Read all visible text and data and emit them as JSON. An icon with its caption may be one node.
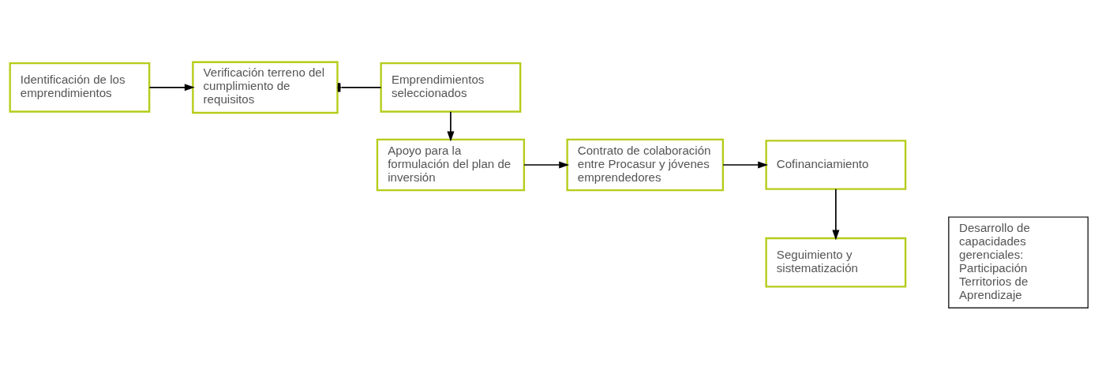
{
  "diagram": {
    "nodes": [
      {
        "text": [
          "Identificación de los emprendimientos"
        ]
      },
      {
        "text": [
          "Verificación terreno del cumplimiento de requisitos"
        ]
      },
      {
        "text": [
          "Emprendimientos seleccionados"
        ]
      },
      {
        "text": [
          "Apoyo para la formulación del plan de inversión"
        ]
      },
      {
        "text": [
          "Contrato de colaboración entre Procasur y jóvenes emprendedores"
        ]
      },
      {
        "text": [
          "Cofinanciamiento"
        ]
      },
      {
        "text": [
          "Seguimiento y sistematización"
        ]
      },
      {
        "text": [
          "Desarrollo de capacidades gerenciales: Participación Territorios de Aprendizaje"
        ]
      }
    ],
    "edges": [
      {
        "from": 0,
        "to": 1,
        "arrow": "to"
      },
      {
        "from": 1,
        "to": 2,
        "arrow": "other"
      },
      {
        "from": 2,
        "to": 3,
        "arrow": "to"
      },
      {
        "from": 3,
        "to": 4,
        "arrow": "to"
      },
      {
        "from": 4,
        "to": 5,
        "arrow": "to"
      },
      {
        "from": 5,
        "to": 6,
        "arrow": "to"
      }
    ]
  }
}
